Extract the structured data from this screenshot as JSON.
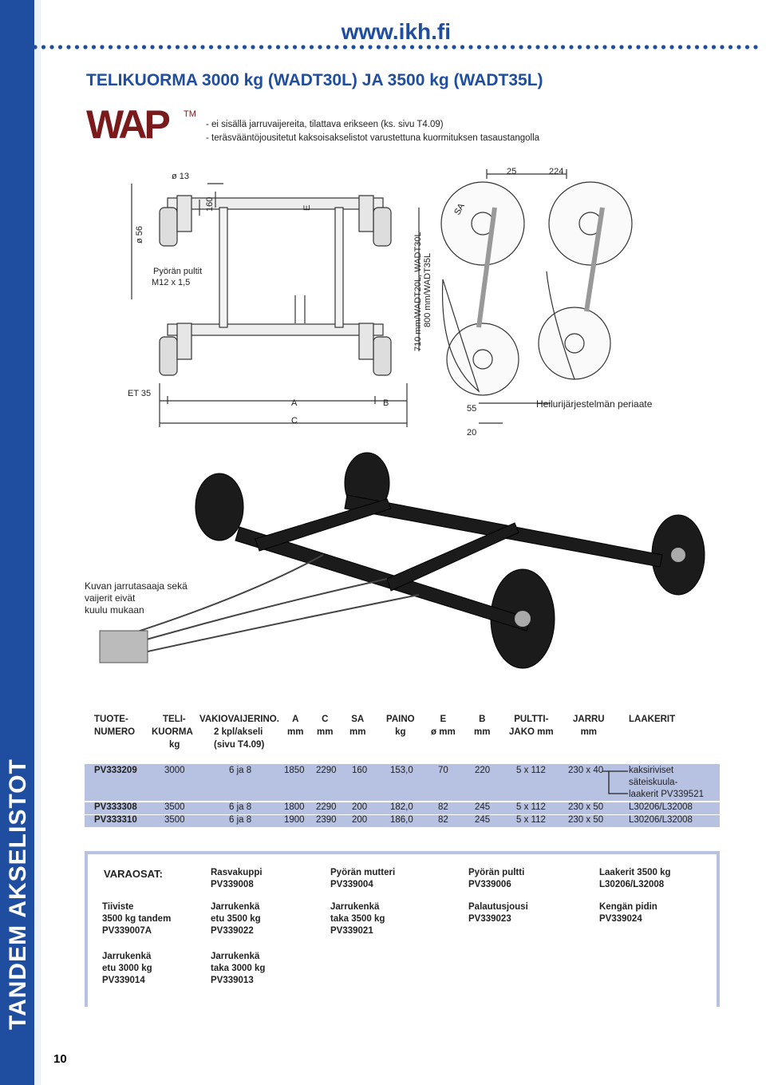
{
  "header": {
    "url": "www.ikh.fi",
    "title": "TELIKUORMA 3000 kg (WADT30L) JA 3500 kg (WADT35L)"
  },
  "logo": {
    "text": "WAP",
    "tm": "TM"
  },
  "bullets": [
    "- ei sisällä jarruvaijereita, tilattava erikseen (ks. sivu T4.09)",
    "- teräsvääntöjousitetut kaksoisakselistot varustettuna kuormituksen tasaustangolla"
  ],
  "diagram": {
    "d13": "ø 13",
    "d56": "ø 56",
    "h160": "160",
    "e": "E",
    "bolts": [
      "Pyörän pultit",
      "M12 x 1,5"
    ],
    "lengths": [
      "710 mm/WADT20L, WADT30L",
      "800 mm/WADT35L"
    ],
    "et": "ET 35",
    "a": "A",
    "b": "B",
    "c": "C",
    "sa": "SA",
    "d25": "25",
    "d224": "224",
    "d55": "55",
    "d20": "20",
    "principle": "Heilurijärjestelmän periaate"
  },
  "caption": [
    "Kuvan jarrutasaaja sekä",
    "vaijerit eivät",
    "kuulu mukaan"
  ],
  "table": {
    "headers": [
      [
        "TUOTE-",
        "NUMERO"
      ],
      [
        "TELI-",
        "KUORMA",
        "kg"
      ],
      [
        "VAKIOVAIJERINO.",
        "2 kpl/akseli",
        "(sivu T4.09)"
      ],
      [
        "A",
        "mm"
      ],
      [
        "C",
        "mm"
      ],
      [
        "SA",
        "mm"
      ],
      [
        "PAINO",
        "kg"
      ],
      [
        "E",
        "ø mm"
      ],
      [
        "B",
        "mm"
      ],
      [
        "PULTTI-",
        "JAKO mm"
      ],
      [
        "JARRU",
        "mm"
      ],
      [
        "LAAKERIT"
      ]
    ],
    "rows": [
      {
        "code": "PV333209",
        "kg": "3000",
        "cable": "6 ja 8",
        "a": "1850",
        "c": "2290",
        "sa": "160",
        "w": "153,0",
        "e": "70",
        "b": "220",
        "bolt": "5 x 112",
        "brake": "230 x 40",
        "bearing": [
          "kaksiriviset",
          "säteiskuula-",
          "laakerit PV339521"
        ]
      },
      {
        "code": "PV333308",
        "kg": "3500",
        "cable": "6 ja 8",
        "a": "1800",
        "c": "2290",
        "sa": "200",
        "w": "182,0",
        "e": "82",
        "b": "245",
        "bolt": "5 x 112",
        "brake": "230 x 50",
        "bearing": [
          "L30206/L32008"
        ]
      },
      {
        "code": "PV333310",
        "kg": "3500",
        "cable": "6 ja 8",
        "a": "1900",
        "c": "2390",
        "sa": "200",
        "w": "186,0",
        "e": "82",
        "b": "245",
        "bolt": "5 x 112",
        "brake": "230 x 50",
        "bearing": [
          "L30206/L32008"
        ]
      }
    ]
  },
  "spares": {
    "label": "VARAOSAT:",
    "items": [
      [
        "Rasvakuppi",
        "PV339008"
      ],
      [
        "Pyörän mutteri",
        "PV339004"
      ],
      [
        "Pyörän pultti",
        "PV339006"
      ],
      [
        "Laakerit 3500 kg",
        "L30206/L32008"
      ],
      [
        "Tiiviste",
        "3500 kg tandem",
        "PV339007A"
      ],
      [
        "Jarrukenkä",
        "etu 3500 kg",
        "PV339022"
      ],
      [
        "Jarrukenkä",
        "taka 3500 kg",
        "PV339021"
      ],
      [
        "Palautusjousi",
        "PV339023"
      ],
      [
        "Kengän pidin",
        "PV339024"
      ],
      [
        "Jarrukenkä",
        "etu 3000 kg",
        "PV339014"
      ],
      [
        "Jarrukenkä",
        "taka 3000 kg",
        "PV339013"
      ]
    ]
  },
  "side_title": "TANDEM AKSELISTOT",
  "page_number": "10",
  "colors": {
    "brand": "#1f4ea0",
    "table_row": "#b7c2e2",
    "logo": "#7a1a1a"
  }
}
